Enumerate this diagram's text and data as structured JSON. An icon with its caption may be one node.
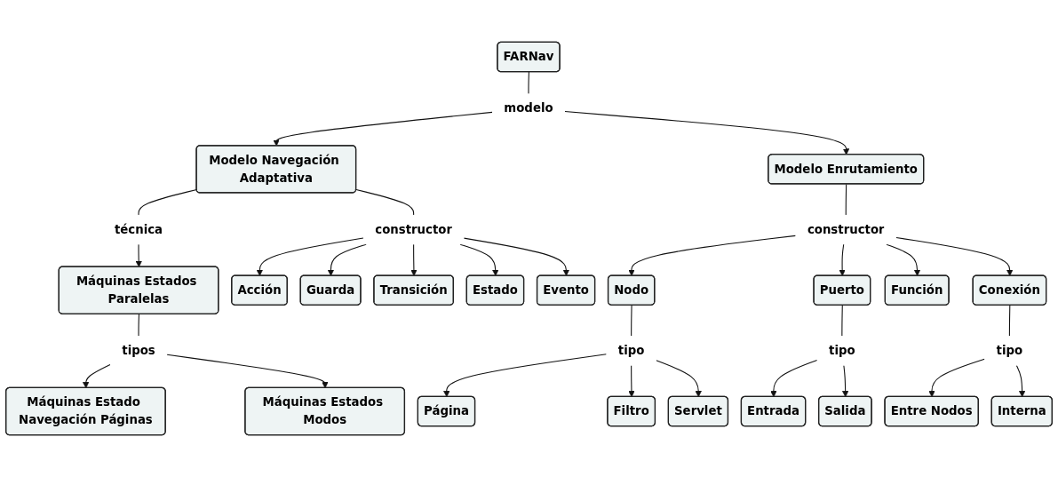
{
  "diagram": {
    "nodes": [
      {
        "text": [
          "FARNav"
        ]
      },
      {
        "text": [
          "modelo"
        ]
      },
      {
        "text": [
          "Modelo Navegación Adaptativa"
        ]
      },
      {
        "text": [
          "Modelo Enrutamiento"
        ]
      },
      {
        "text": [
          "técnica"
        ]
      },
      {
        "text": [
          "constructor"
        ]
      },
      {
        "text": [
          "constructor"
        ]
      },
      {
        "text": [
          "Máquinas Estados Paralelas"
        ]
      },
      {
        "text": [
          "Nodo"
        ]
      },
      {
        "text": [
          "Puerto"
        ]
      },
      {
        "text": [
          "Función"
        ]
      },
      {
        "text": [
          "Conexión"
        ]
      },
      {
        "text": [
          "tipo"
        ]
      },
      {
        "text": [
          "tipos"
        ]
      },
      {
        "text": [
          "Acción"
        ]
      },
      {
        "text": [
          "Guarda"
        ]
      },
      {
        "text": [
          "Transición"
        ]
      },
      {
        "text": [
          "Estado"
        ]
      },
      {
        "text": [
          "Evento"
        ]
      },
      {
        "text": [
          "tipo"
        ]
      },
      {
        "text": [
          "tipo"
        ]
      },
      {
        "text": [
          "Entrada"
        ]
      },
      {
        "text": [
          "Salida"
        ]
      },
      {
        "text": [
          "Máquinas Estado Navegación Páginas"
        ]
      },
      {
        "text": [
          "Máquinas Estados Modos"
        ]
      },
      {
        "text": [
          "Entre Nodos"
        ]
      },
      {
        "text": [
          "Interna"
        ]
      },
      {
        "text": [
          "Página"
        ]
      },
      {
        "text": [
          "Filtro"
        ]
      },
      {
        "text": [
          "Servlet"
        ]
      }
    ],
    "edges": [
      {
        "from": 0,
        "to": 1,
        "arrow": "none"
      },
      {
        "from": 1,
        "to": 2,
        "arrow": "to"
      },
      {
        "from": 1,
        "to": 3,
        "arrow": "to"
      },
      {
        "from": 2,
        "to": 4,
        "arrow": "none"
      },
      {
        "from": 4,
        "to": 7,
        "arrow": "to"
      },
      {
        "from": 2,
        "to": 5,
        "arrow": "none"
      },
      {
        "from": 5,
        "to": 14,
        "arrow": "to"
      },
      {
        "from": 5,
        "to": 15,
        "arrow": "to"
      },
      {
        "from": 5,
        "to": 16,
        "arrow": "to"
      },
      {
        "from": 5,
        "to": 17,
        "arrow": "to"
      },
      {
        "from": 5,
        "to": 18,
        "arrow": "to"
      },
      {
        "from": 3,
        "to": 6,
        "arrow": "none"
      },
      {
        "from": 6,
        "to": 8,
        "arrow": "to"
      },
      {
        "from": 6,
        "to": 9,
        "arrow": "to"
      },
      {
        "from": 6,
        "to": 10,
        "arrow": "to"
      },
      {
        "from": 6,
        "to": 11,
        "arrow": "to"
      },
      {
        "from": 7,
        "to": 13,
        "arrow": "none"
      },
      {
        "from": 13,
        "to": 23,
        "arrow": "to"
      },
      {
        "from": 13,
        "to": 24,
        "arrow": "to"
      },
      {
        "from": 8,
        "to": 19,
        "arrow": "none"
      },
      {
        "from": 19,
        "to": 27,
        "arrow": "to"
      },
      {
        "from": 19,
        "to": 28,
        "arrow": "to"
      },
      {
        "from": 19,
        "to": 29,
        "arrow": "to"
      },
      {
        "from": 9,
        "to": 12,
        "arrow": "none"
      },
      {
        "from": 12,
        "to": 21,
        "arrow": "to"
      },
      {
        "from": 12,
        "to": 22,
        "arrow": "to"
      },
      {
        "from": 11,
        "to": 20,
        "arrow": "none"
      },
      {
        "from": 20,
        "to": 25,
        "arrow": "to"
      },
      {
        "from": 20,
        "to": 26,
        "arrow": "to"
      }
    ]
  }
}
